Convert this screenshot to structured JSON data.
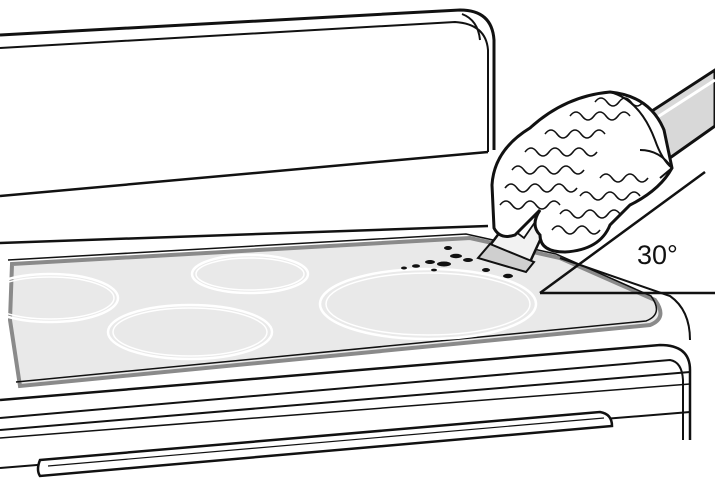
{
  "illustration": {
    "angle_label": "30°",
    "colors": {
      "line": "#111111",
      "background": "#ffffff",
      "glass_surface": "#e9e9e9",
      "glass_border": "#8a8a8a",
      "burner_ring": "#ffffff",
      "handle": "#d8d8d8"
    },
    "burners": [
      "burner-left-rear",
      "burner-center-rear",
      "burner-left-front",
      "burner-right-large"
    ],
    "tool": "razor-scraper-icon",
    "hand": "oven-mitt-icon"
  }
}
